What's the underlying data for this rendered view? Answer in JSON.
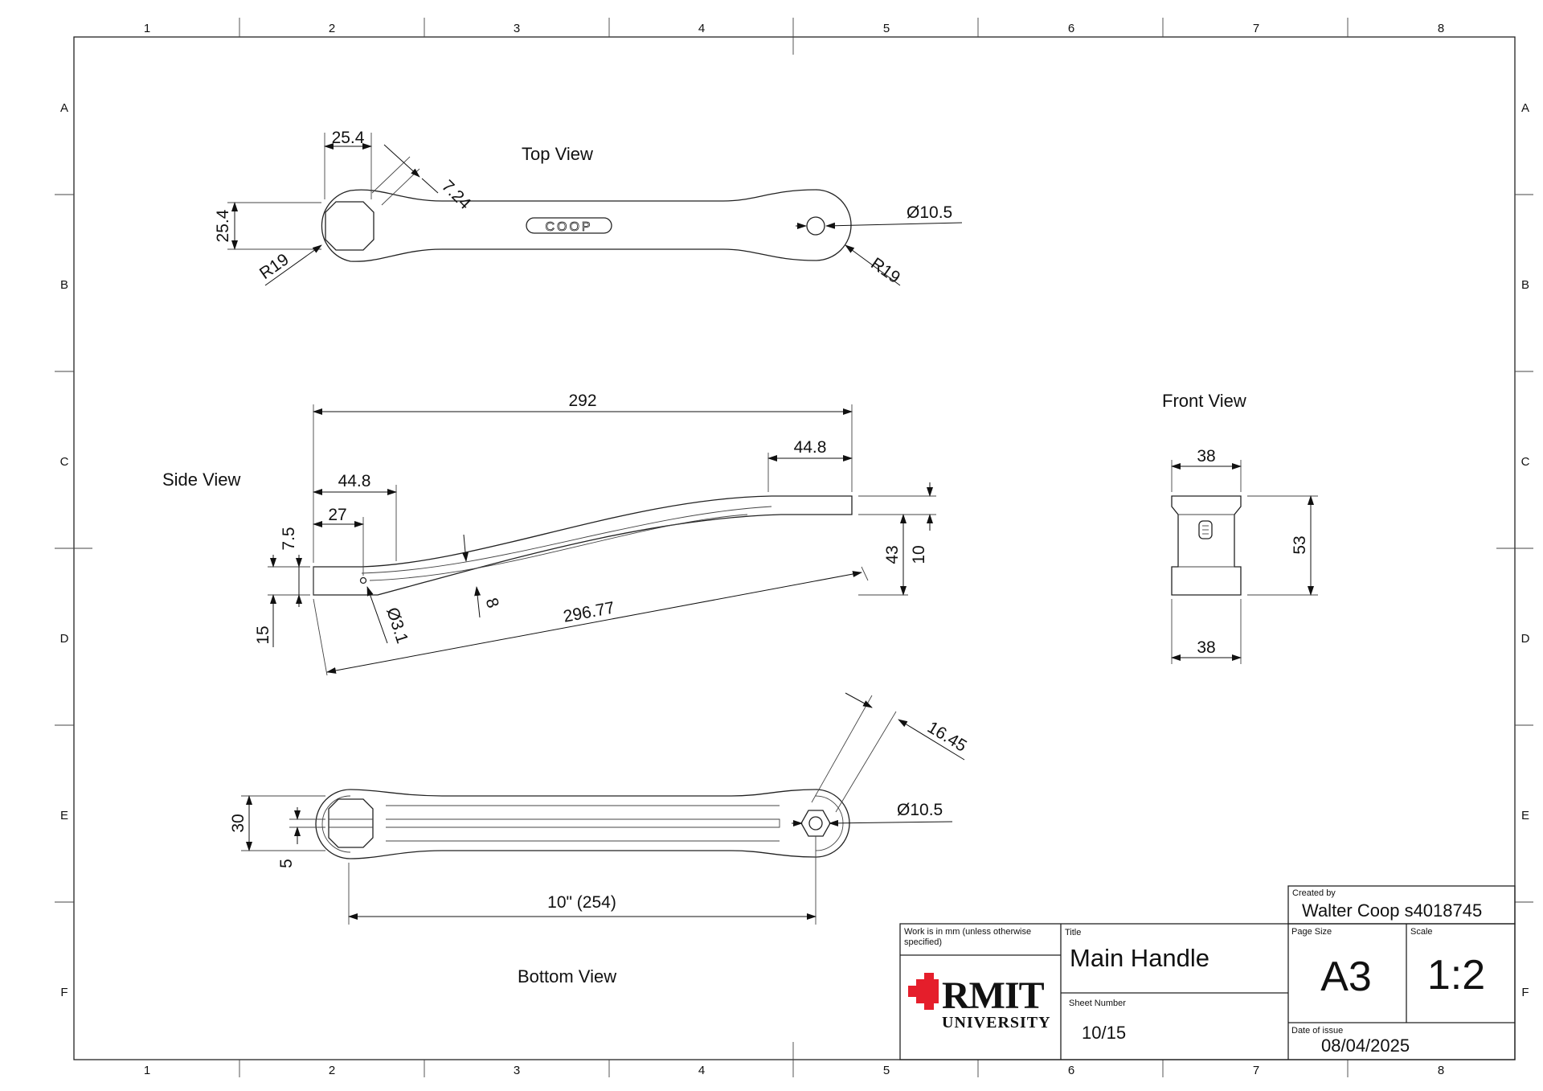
{
  "grid": {
    "columns": [
      "1",
      "2",
      "3",
      "4",
      "5",
      "6",
      "7",
      "8"
    ],
    "rows": [
      "A",
      "B",
      "C",
      "D",
      "E",
      "F"
    ]
  },
  "views": {
    "top": "Top View",
    "side": "Side View",
    "front": "Front View",
    "bottom": "Bottom View"
  },
  "engraving": "COOP",
  "dimensions": {
    "top_width": "25.4",
    "top_height": "25.4",
    "top_radius_left": "R19",
    "top_radius_right": "R19",
    "top_flat": "7.24",
    "top_hole": "Ø10.5",
    "side_overall": "292",
    "side_left_flat": "44.8",
    "side_right_flat": "44.8",
    "side_hole_pos": "27",
    "side_step": "7.5",
    "side_thick": "15",
    "side_hole": "Ø3.1",
    "side_rib": "8",
    "side_diag": "296.77",
    "side_rise": "43",
    "side_end": "10",
    "front_top": "38",
    "front_bottom": "38",
    "front_height": "53",
    "bottom_width": "30",
    "bottom_slot": "5",
    "bottom_boss": "16.45",
    "bottom_hole": "Ø10.5",
    "bottom_length": "10\" (254)"
  },
  "title_block": {
    "created_by_label": "Created by",
    "created_by": "Walter Coop s4018745",
    "units_note": "Work is in mm (unless otherwise specified)",
    "title_label": "Title",
    "title": "Main Handle",
    "sheet_label": "Sheet Number",
    "sheet": "10/15",
    "page_size_label": "Page Size",
    "page_size": "A3",
    "scale_label": "Scale",
    "scale": "1:2",
    "date_label": "Date of issue",
    "date": "08/04/2025",
    "logo_name": "RMIT",
    "logo_sub": "UNIVERSITY",
    "logo_color": "#e51e2b"
  }
}
